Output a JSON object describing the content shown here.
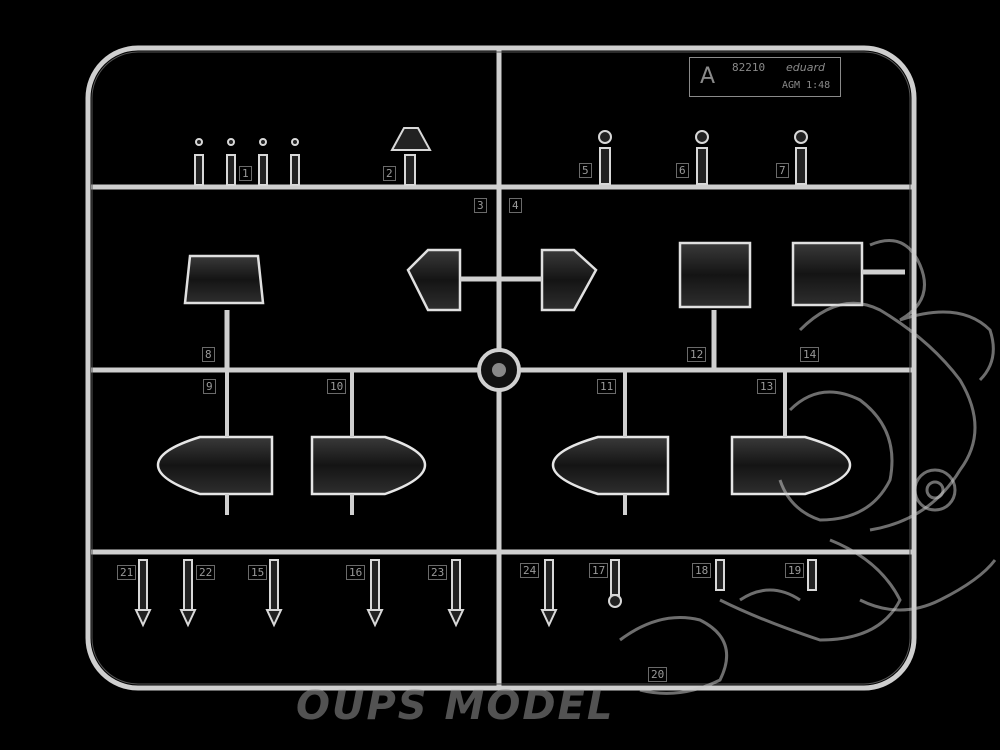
{
  "tag": {
    "letter": "A",
    "code": "82210",
    "brand": "eduard",
    "scale": "AGM 1:48"
  },
  "part_numbers": [
    "1",
    "2",
    "3",
    "4",
    "5",
    "6",
    "7",
    "8",
    "9",
    "10",
    "11",
    "12",
    "13",
    "14",
    "15",
    "16",
    "17",
    "18",
    "19",
    "20",
    "21",
    "22",
    "23",
    "24"
  ],
  "watermark": "OUPS MODEL",
  "colors": {
    "background": "#000000",
    "sprue": "#cfcfcf",
    "part_edge": "#e6e6e6"
  }
}
